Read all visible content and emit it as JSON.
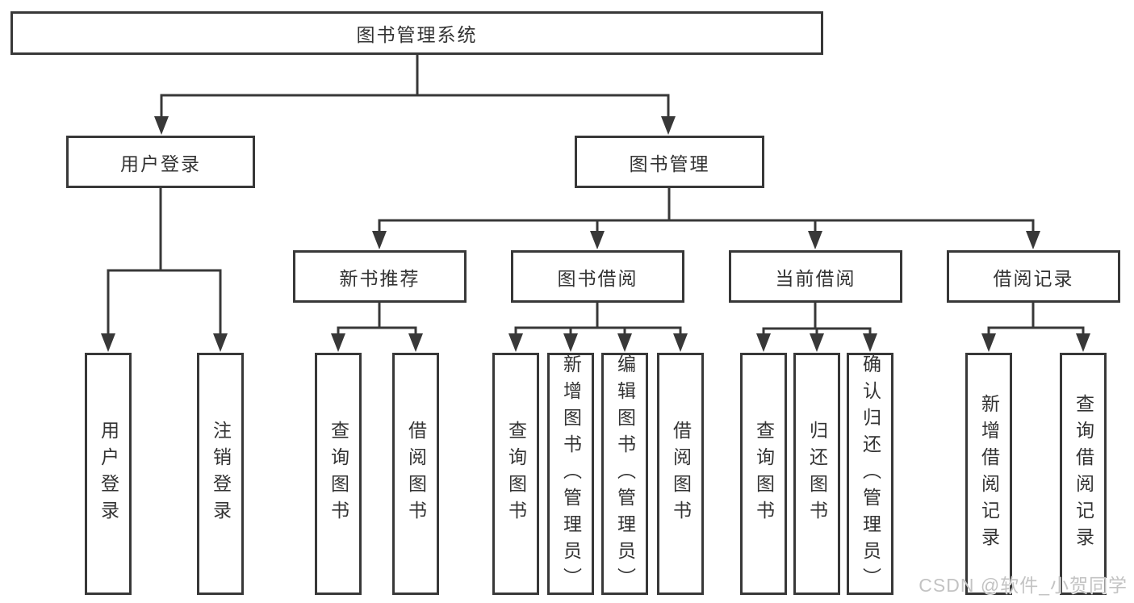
{
  "tree": {
    "root": {
      "label": "图书管理系统"
    },
    "branches": [
      {
        "label": "用户登录",
        "children": [
          {
            "label": "用户登录"
          },
          {
            "label": "注销登录"
          }
        ]
      },
      {
        "label": "图书管理",
        "children": [
          {
            "label": "新书推荐",
            "children": [
              {
                "label": "查询图书"
              },
              {
                "label": "借阅图书"
              }
            ]
          },
          {
            "label": "图书借阅",
            "children": [
              {
                "label": "查询图书"
              },
              {
                "label": "新增图书（管理员）"
              },
              {
                "label": "编辑图书（管理员）"
              },
              {
                "label": "借阅图书"
              }
            ]
          },
          {
            "label": "当前借阅",
            "children": [
              {
                "label": "查询图书"
              },
              {
                "label": "归还图书"
              },
              {
                "label": "确认归还（管理员）"
              }
            ]
          },
          {
            "label": "借阅记录",
            "children": [
              {
                "label": "新增借阅记录"
              },
              {
                "label": "查询借阅记录"
              }
            ]
          }
        ]
      }
    ]
  },
  "watermark": {
    "text": "CSDN @软件_小贺同学"
  },
  "colors": {
    "line": "#383838",
    "text": "#333333",
    "box_background": "#ffffff",
    "watermark": "#c3c3c3",
    "background": "#ffffff"
  }
}
